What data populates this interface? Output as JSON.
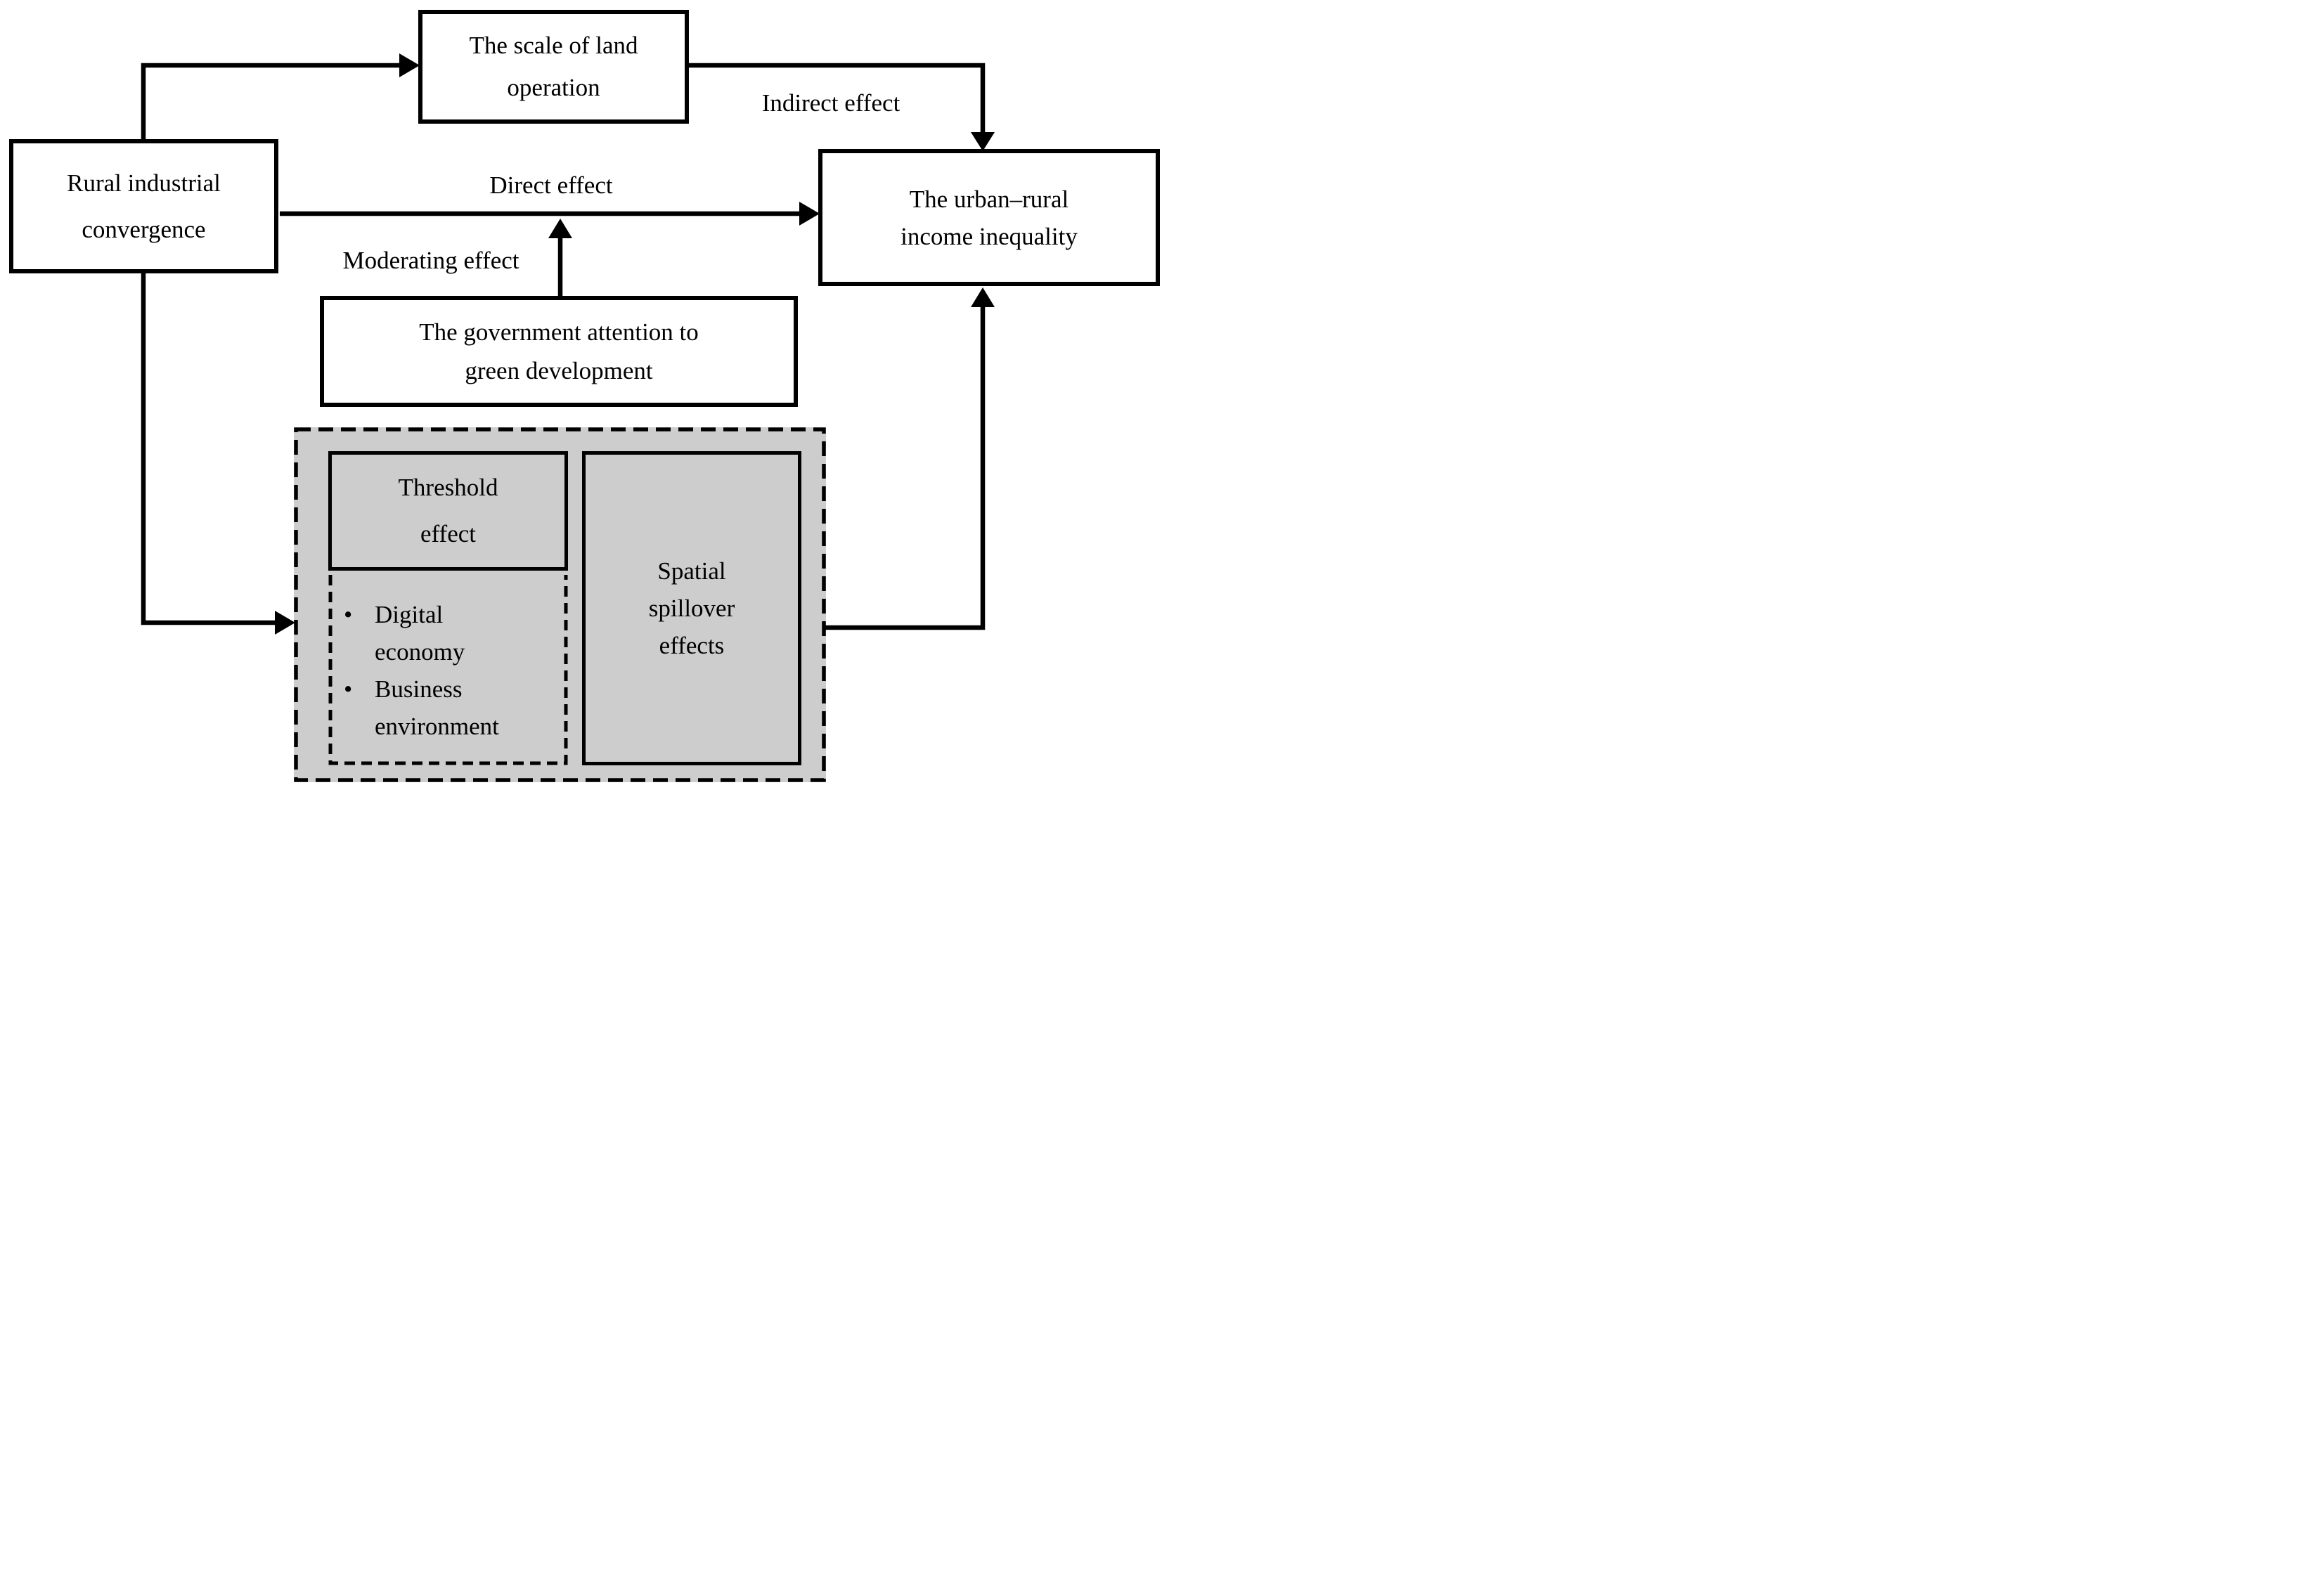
{
  "figure": {
    "background": "#ffffff",
    "gray_fill": "#cdcdcd",
    "line_color": "#000000"
  },
  "boxes": {
    "rural": {
      "text": "Rural industrial convergence",
      "lines": [
        "Rural industrial",
        "convergence"
      ]
    },
    "land": {
      "text": "The scale of land operation",
      "lines": [
        "The scale of land",
        "operation"
      ]
    },
    "inequality": {
      "text": "The urban–rural income inequality",
      "lines": [
        "The urban–rural",
        "income inequality"
      ]
    },
    "government": {
      "text": "The government attention to green development",
      "lines": [
        "The government attention to",
        "green development"
      ]
    },
    "threshold": {
      "text": "Threshold effect",
      "lines": [
        "Threshold",
        "effect"
      ]
    },
    "spatial": {
      "text": "Spatial spillover effects",
      "lines": [
        "Spatial",
        "spillover",
        "effects"
      ]
    },
    "mechanisms": {
      "bullet": "•",
      "items": [
        {
          "text": "Digital economy",
          "lines": [
            "Digital",
            "economy"
          ]
        },
        {
          "text": "Business environment",
          "lines": [
            "Business",
            "environment"
          ]
        }
      ]
    }
  },
  "labels": {
    "indirect": "Indirect effect",
    "direct": "Direct effect",
    "moderating": "Moderating effect"
  }
}
